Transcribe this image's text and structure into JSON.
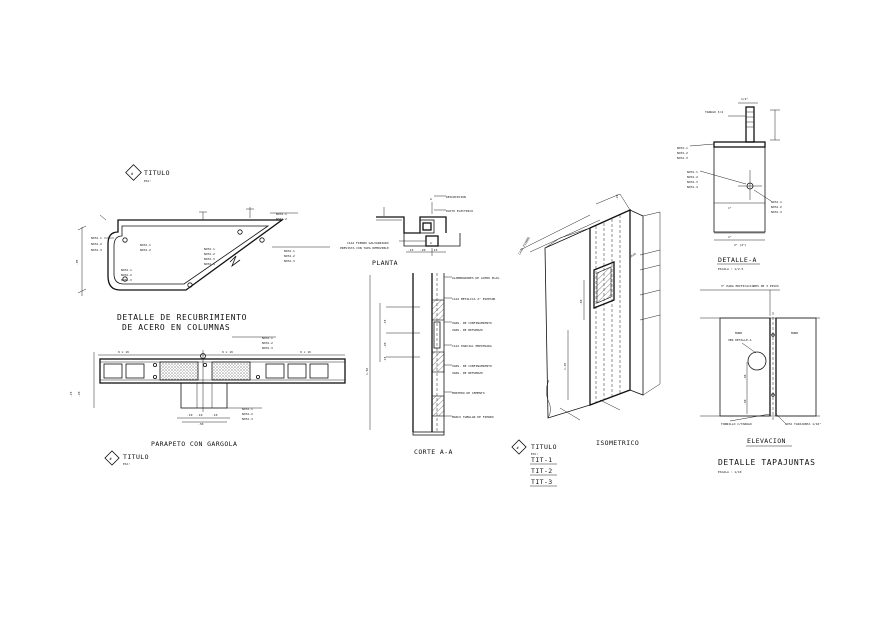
{
  "blocks": {
    "columnas": {
      "titulo": "TITULO",
      "escala": "ESC:",
      "title_line1": "DETALLE DE RECUBRIMIENTO",
      "title_line2": "DE ACERO EN COLUMNAS",
      "notas_left": [
        "NOTA-1",
        "NOTA-2",
        "NOTA-3"
      ],
      "notas_mid": [
        "NOTA-1",
        "NOTA-2"
      ],
      "notas_right": [
        "NOTA-1",
        "NOTA-2",
        "NOTA-3",
        "NOTA-4"
      ],
      "notas_inner": [
        "NOTA-1",
        "NOTA-2",
        "NOTA-3",
        "NOTA-4"
      ],
      "dim_side": ".05"
    },
    "parapeto": {
      "title": "PARAPETO CON GARGOLA",
      "titulo": "TITULO",
      "escala": "ESC:",
      "notas": [
        "NOTA-1",
        "NOTA-2",
        "NOTA-3"
      ],
      "notas_low": [
        "NOTA-1",
        "NOTA-2",
        "NOTA-3"
      ],
      "dims_top": [
        "9 x 19",
        "9 x 19",
        "9 x 19"
      ],
      "dims_bottom": [
        ".10",
        ".10",
        ".10",
        ".10"
      ],
      "dim_total": ".30"
    },
    "planta": {
      "title": "PLANTA",
      "label_a": "A",
      "notes": [
        "DESCRIPCION",
        "DUCTO ELECTRICO"
      ],
      "note_bottom": "CAJA FIERRO GALVANIZADO PREVISTA CON TAPA REMOVIBLE",
      "dims": [
        ".15",
        ".20",
        ".15"
      ]
    },
    "corte": {
      "title": "CORTE A-A",
      "notes": [
        "ALAMBRADORES DE ACERO PLAS.",
        "CAJA METALICA 2\" ESPESOR",
        "VARS. DE CONFINAMIENTO",
        "VARS. DE REFUERZO",
        "CAJA PARCIAL EMPOTRADA",
        "VARS. DE CONFINAMIENTO",
        "VARS. DE REFUERZO",
        "MORTERO DE CEMENTO",
        "MARCO TUBULAR DE FIERRO"
      ],
      "side_dims": [
        ".15",
        ".20",
        ".15"
      ],
      "total": "1.50"
    },
    "isometrico": {
      "title": "ISOMETRICO",
      "titulo": "TITULO",
      "escala": "ESC:",
      "tit_list": [
        "TIT-1",
        "TIT-2",
        "TIT-3"
      ],
      "dim_top": ".20",
      "dim_mid": ".60",
      "dim_low": "1.20"
    },
    "detalle_a": {
      "title": "DETALLE-A",
      "escala": "ESCALA : 1/2.5",
      "top_dim": "1/2\"",
      "tornillo": "TARUGO 3/4",
      "notas_top": [
        "NOTA-1",
        "NOTA-2",
        "NOTA-3"
      ],
      "notas_left": [
        "NOTA-1",
        "NOTA-2",
        "NOTA-3",
        "NOTA-4"
      ],
      "notas_right": [
        "NOTA-1",
        "NOTA-2",
        "NOTA-3"
      ],
      "dims": [
        "1\"",
        "1\"",
        "2\" (4\")"
      ]
    },
    "tapajuntas": {
      "title": "DETALLE TAPAJUNTAS",
      "escala": "ESCALA : 1/10",
      "elevacion": "ELEVACION",
      "note_top": "3\" PARA EDIFICACIONES DE 3 PISOS",
      "label_left": "MURO",
      "label_right": "MURO",
      "ver_detalle": "VER DETALLE-A",
      "nota_bottom": "NOTA TAPAJUNTA 1/16\"",
      "tornillo": "TORNILLO C/TARUGO"
    }
  }
}
